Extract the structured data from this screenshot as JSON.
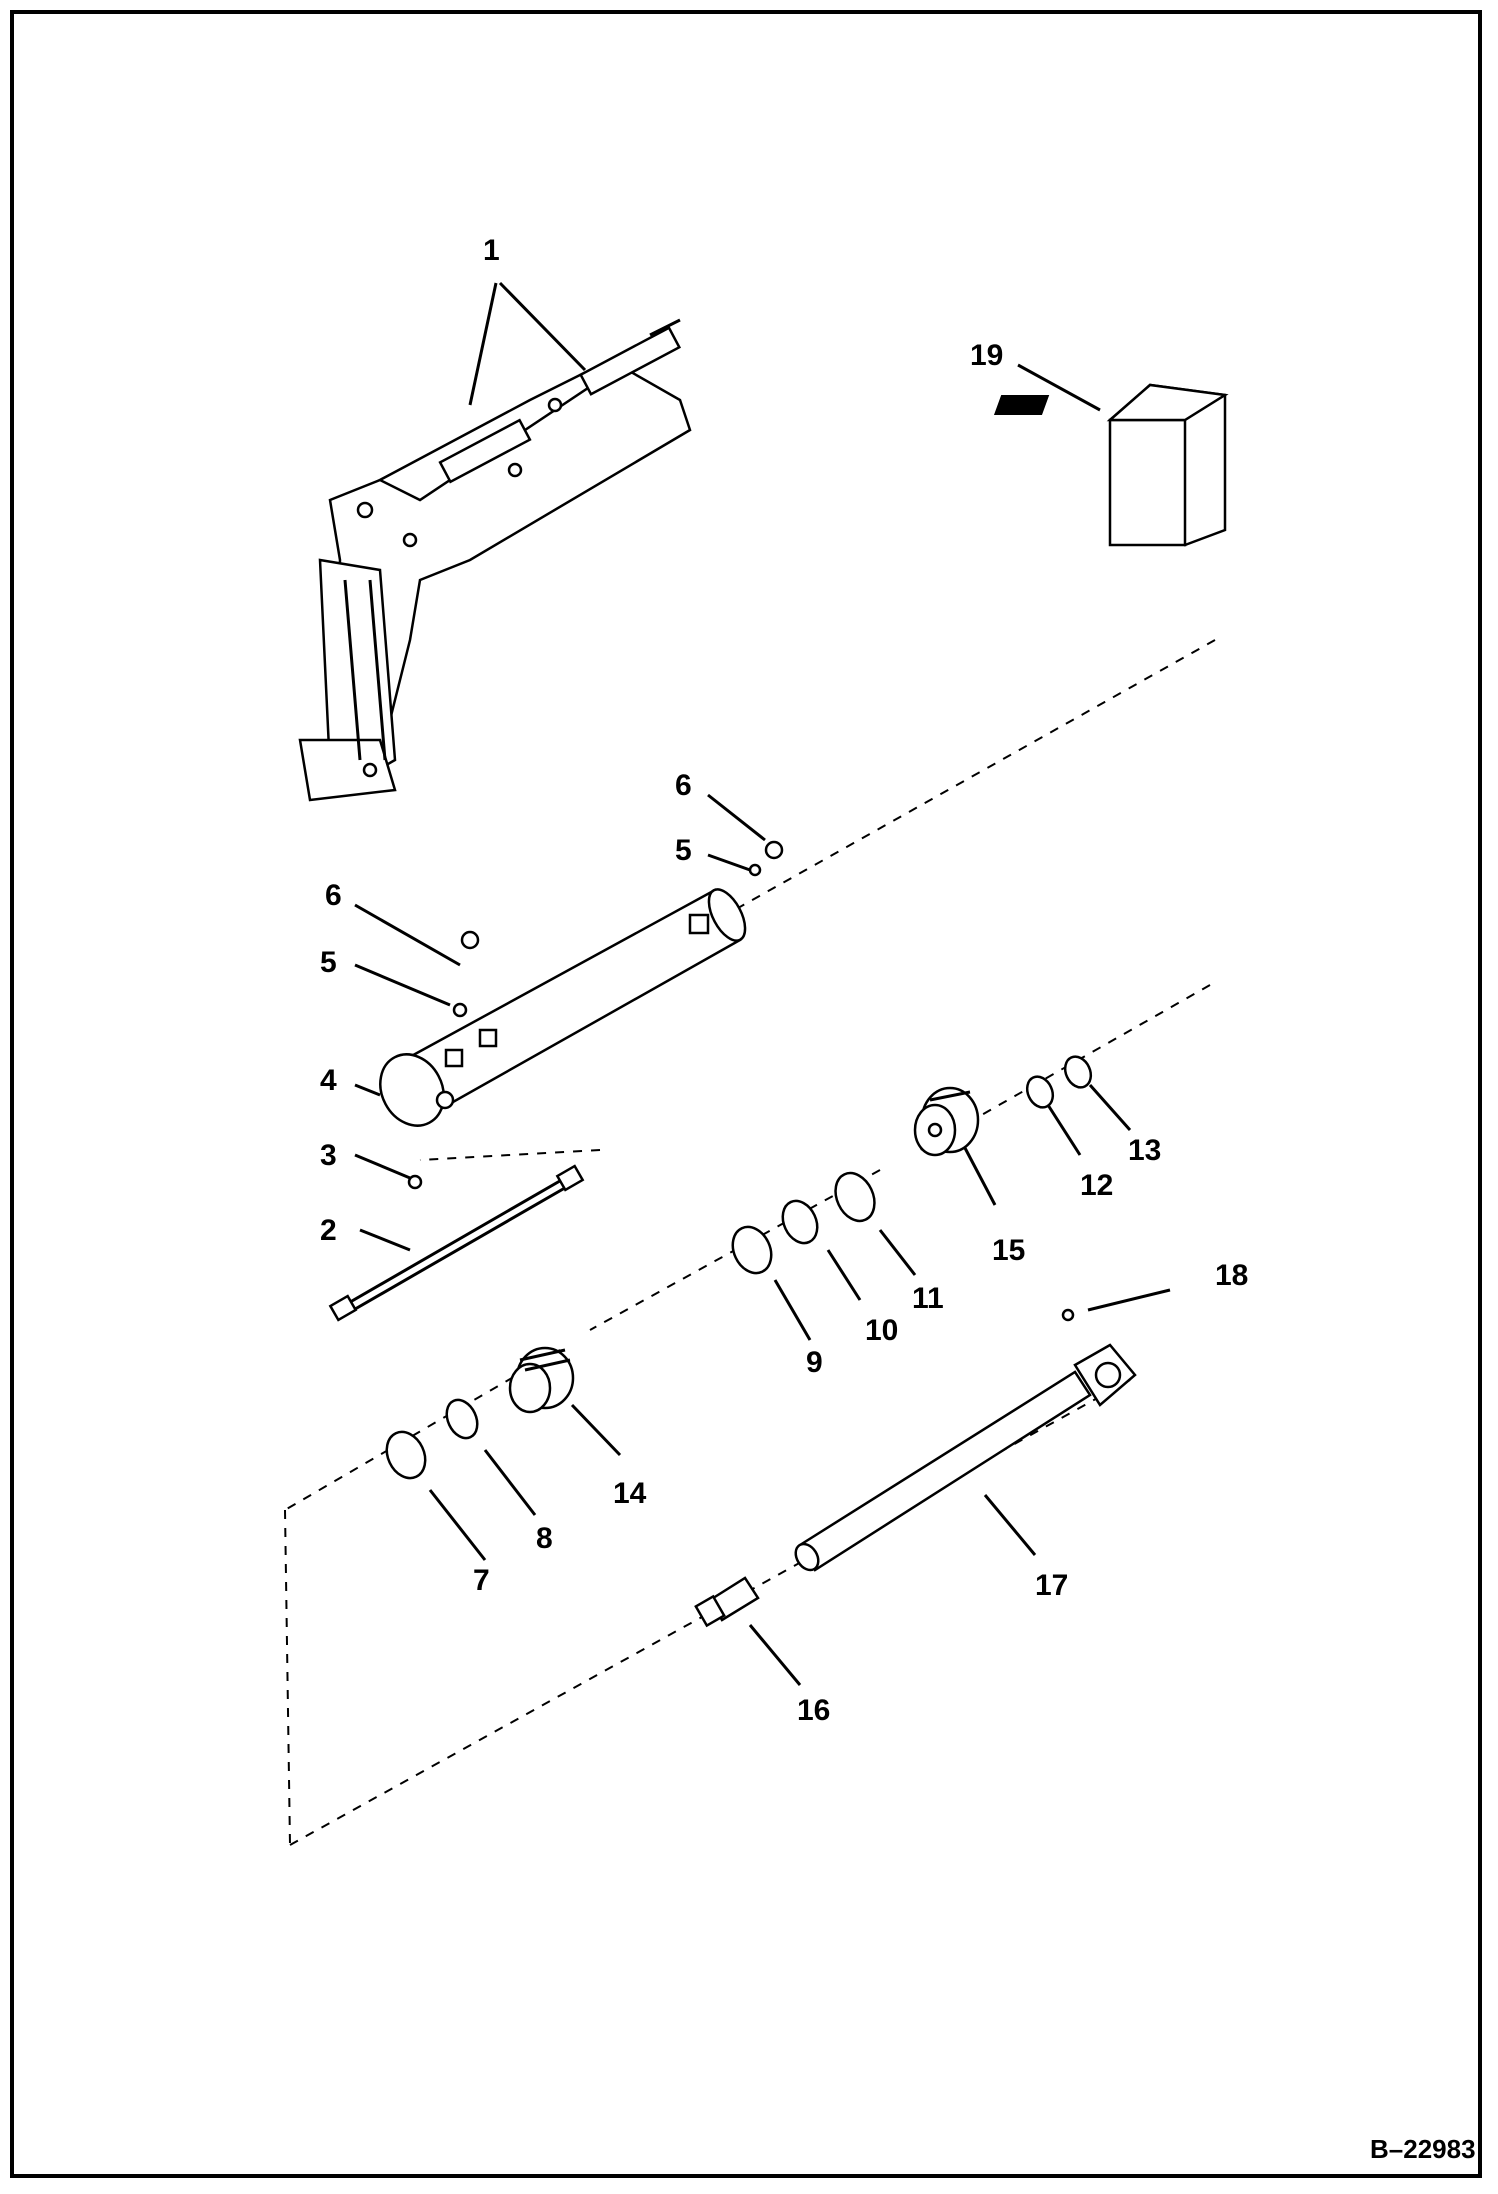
{
  "diagram": {
    "callouts": [
      "1",
      "2",
      "3",
      "4",
      "5",
      "5",
      "6",
      "6",
      "7",
      "8",
      "9",
      "10",
      "11",
      "12",
      "13",
      "14",
      "15",
      "16",
      "17",
      "18",
      "19"
    ],
    "doc_id": "B–22983"
  }
}
